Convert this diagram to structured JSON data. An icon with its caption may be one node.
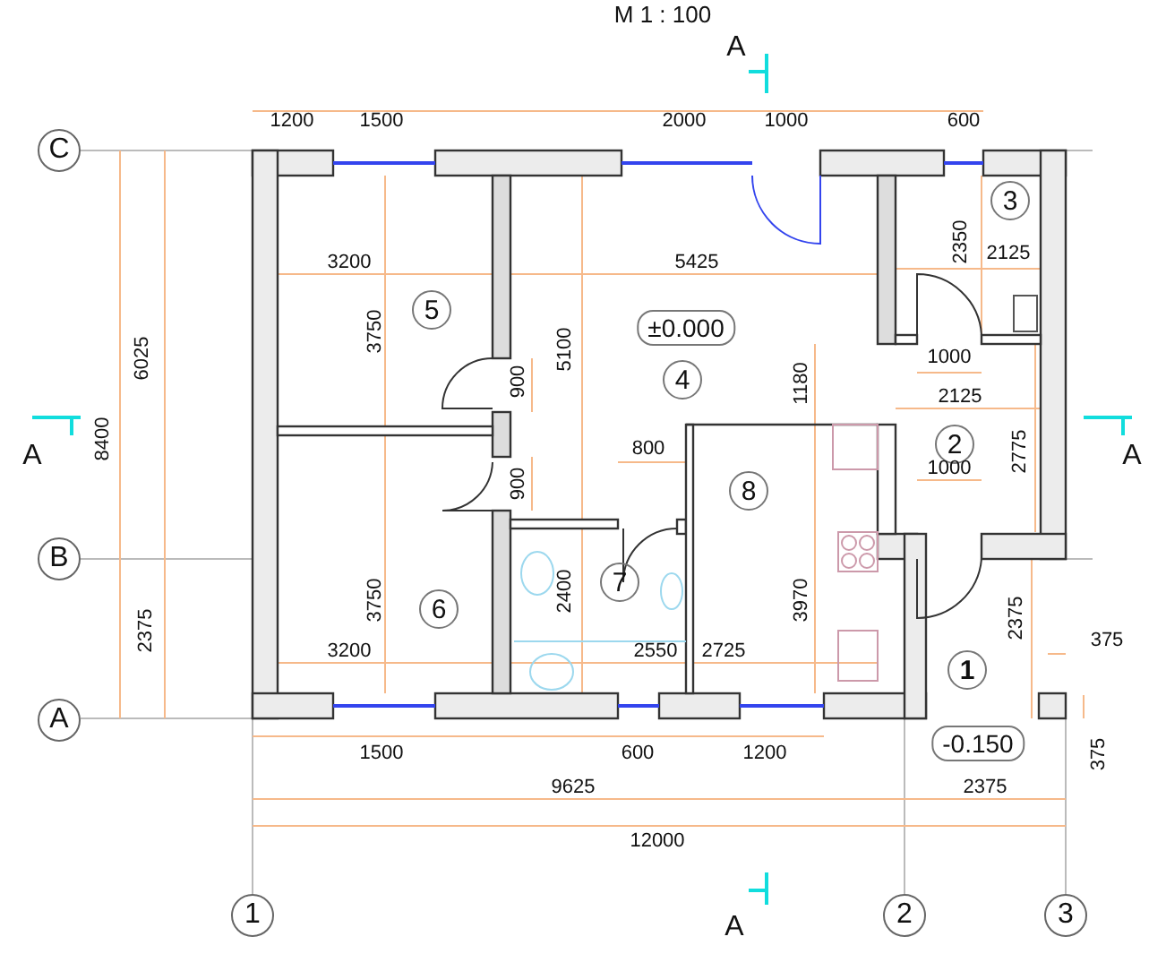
{
  "diagram": {
    "title": "M 1 : 100",
    "labels": [
      "A",
      "1200",
      "1500",
      "2000",
      "1000",
      "600",
      "C",
      "3",
      "2350",
      "3200",
      "5425",
      "2125",
      "6025",
      "3750",
      "5",
      "5100",
      "±0.000",
      "1000",
      "900",
      "4",
      "1180",
      "2125",
      "A",
      "8400",
      "800",
      "2",
      "2775",
      "A",
      "900",
      "8",
      "1000",
      "B",
      "2375",
      "3750",
      "6",
      "2400",
      "7",
      "3970",
      "2375",
      "375",
      "3200",
      "2550",
      "2725",
      "1",
      "A",
      "1500",
      "600",
      "1200",
      "-0.150",
      "375",
      "9625",
      "2375",
      "12000",
      "1",
      "A",
      "2",
      "3"
    ]
  }
}
